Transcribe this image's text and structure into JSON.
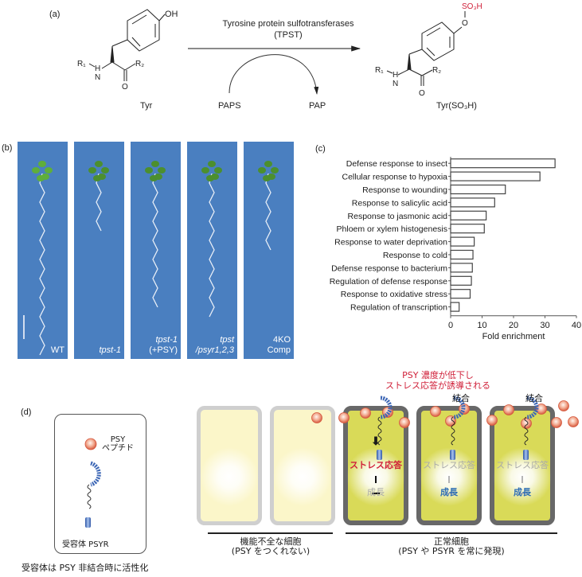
{
  "panel_a": {
    "label": "(a)",
    "reactant": {
      "name": "Tyr",
      "oh": "OH",
      "r1": "R₁",
      "r2": "R₂",
      "h": "H",
      "n": "N",
      "o": "O"
    },
    "enzyme_line1": "Tyrosine protein sulfotransferases",
    "enzyme_line2": "(TPST)",
    "cofactor_in": "PAPS",
    "cofactor_out": "PAP",
    "product": {
      "name": "Tyr(SO₃H)",
      "so3h": "SO₃H",
      "o_link": "O",
      "r1": "R₁",
      "r2": "R₂",
      "h": "H",
      "n": "N",
      "o": "O"
    },
    "colors": {
      "sulfate": "#d0213a"
    }
  },
  "panel_b": {
    "label": "(b)",
    "panels": [
      {
        "line1": "WT",
        "line1_italic": false,
        "line2": ""
      },
      {
        "line1": "tpst-1",
        "line1_italic": true,
        "line2": ""
      },
      {
        "line1": "tpst-1",
        "line1_italic": true,
        "line2": "(+PSY)"
      },
      {
        "line1": "tpst",
        "line1_italic": true,
        "line2": "/psyr1,2,3"
      },
      {
        "line1": "4KO",
        "line1_italic": false,
        "line2": "Comp"
      }
    ],
    "colors": {
      "background": "#4a7fc0"
    }
  },
  "chart_data": {
    "type": "bar",
    "orientation": "horizontal",
    "title": "(c)",
    "categories": [
      "Defense response to insect",
      "Cellular response to hypoxia",
      "Response to wounding",
      "Response to salicylic acid",
      "Response to jasmonic acid",
      "Phloem or xylem histogenesis",
      "Response to water deprivation",
      "Response to cold",
      "Defense response to bacterium",
      "Regulation of defense response",
      "Response to oxidative stress",
      "Regulation of transcription"
    ],
    "values": [
      33.2,
      28.4,
      17.4,
      14.0,
      11.3,
      10.7,
      7.5,
      7.1,
      6.9,
      6.6,
      6.2,
      2.7
    ],
    "xlabel": "Fold enrichment",
    "ylabel": "",
    "xlim": [
      0,
      40
    ],
    "xticks": [
      0,
      10,
      20,
      30,
      40
    ],
    "grid": false,
    "legend": "none"
  },
  "panel_d": {
    "label": "(d)",
    "legend_box": {
      "psy_line1": "PSY",
      "psy_line2": "ペプチド",
      "receptor": "受容体 PSYR"
    },
    "caption_left": "受容体は PSY 非結合時に活性化",
    "top_note_line1": "PSY 濃度が低下し",
    "top_note_line2": "ストレス応答が誘導される",
    "binding_label": "結合",
    "stress_response": "ストレス応答",
    "growth": "成長",
    "group_bad_line1": "機能不全な細胞",
    "group_bad_line2": "(PSY をつくれない)",
    "group_good_line1": "正常細胞",
    "group_good_line2": "(PSY や PSYR を常に発現)",
    "colors": {
      "alert_red": "#d0213a",
      "growth_blue": "#2f6fb5",
      "muted_gray": "#a9a9a9",
      "bad_cell_fill": "#fbf6c9",
      "good_cell_fill": "#d9da58",
      "peptide": "#e07a5f"
    }
  }
}
